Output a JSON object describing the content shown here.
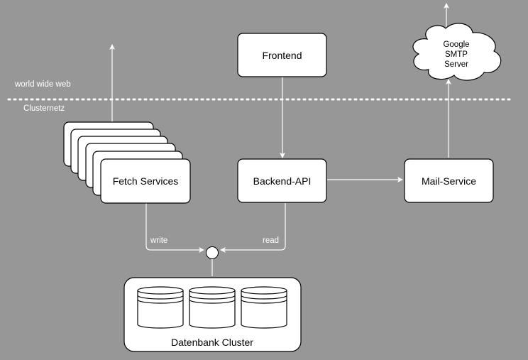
{
  "zones": {
    "upper_label": "world wide web",
    "lower_label": "Clusternetz"
  },
  "nodes": {
    "frontend": "Frontend",
    "backend": "Backend-API",
    "mail": "Mail-Service",
    "fetch": "Fetch Services",
    "cloud_line1": "Google",
    "cloud_line2": "SMTP",
    "cloud_line3": "Server",
    "db_cluster": "Datenbank Cluster"
  },
  "edges": {
    "write": "write",
    "read": "read"
  },
  "colors": {
    "background": "#979797",
    "node_fill": "#ffffff",
    "stroke": "#000000",
    "connector": "#ffffff"
  }
}
